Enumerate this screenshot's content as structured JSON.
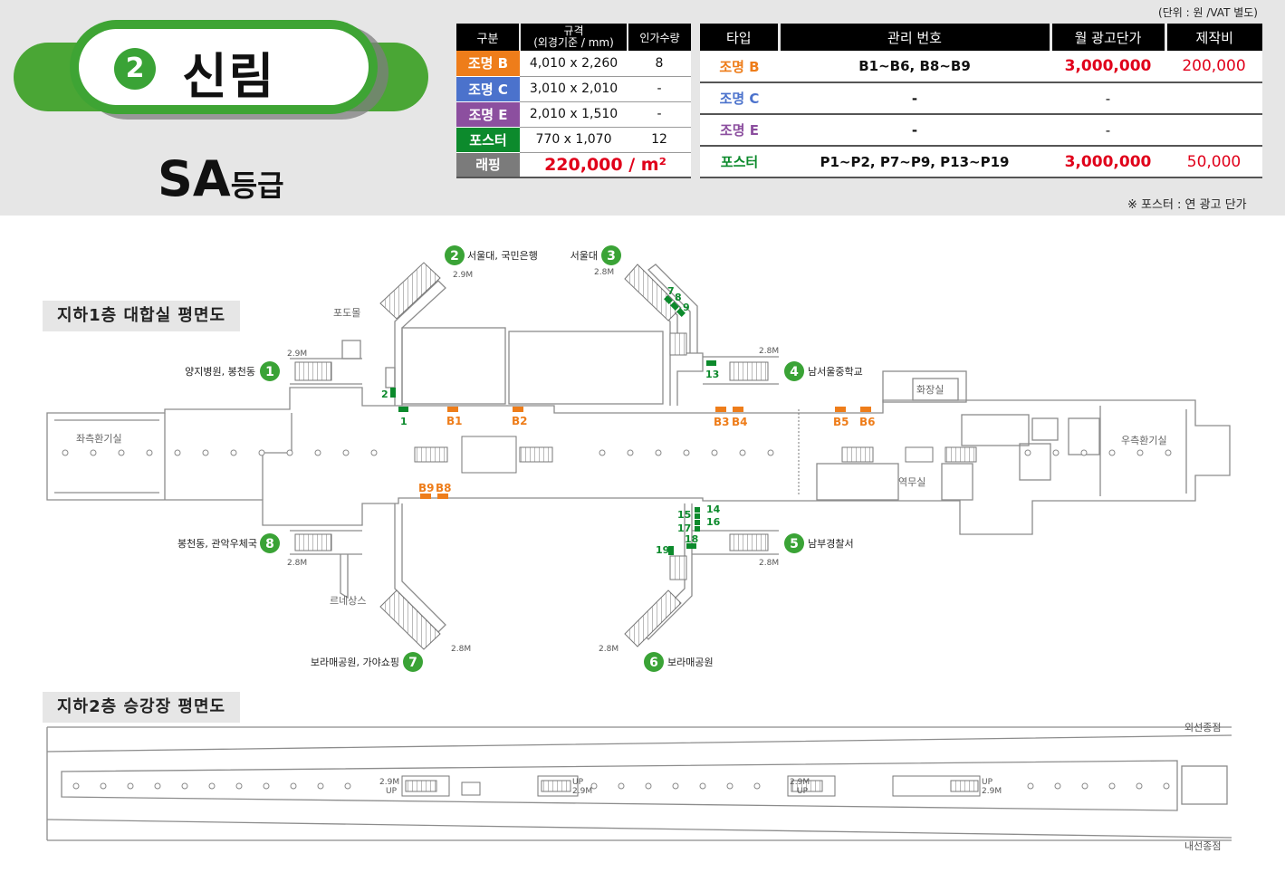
{
  "header": {
    "line_number": "2",
    "station_name": "신림",
    "grade_letters": "SA",
    "grade_suffix": "등급",
    "unit_note": "(단위 : 원 /VAT 별도)",
    "poster_note": "※ 포스터 : 연 광고 단가"
  },
  "spec_table": {
    "headers": [
      "구분",
      "규격",
      "(외경기준 / mm)",
      "인가수량"
    ],
    "rows": [
      {
        "type": "조명 B",
        "size": "4,010 x 2,260",
        "qty": "8",
        "color": "#ee7d1a"
      },
      {
        "type": "조명 C",
        "size": "3,010 x 2,010",
        "qty": "-",
        "color": "#4b72cc"
      },
      {
        "type": "조명 E",
        "size": "2,010 x 1,510",
        "qty": "-",
        "color": "#8c4f9f"
      },
      {
        "type": "포스터",
        "size": "770 x 1,070",
        "qty": "12",
        "color": "#0c8a2c"
      }
    ],
    "wrap": {
      "type": "래핑",
      "price": "220,000 / m²",
      "color": "#7b7b7b"
    }
  },
  "price_table": {
    "headers": [
      "타입",
      "관리 번호",
      "월 광고단가",
      "제작비"
    ],
    "rows": [
      {
        "type": "조명 B",
        "code": "B1~B6, B8~B9",
        "price": "3,000,000",
        "fee": "200,000",
        "color": "#ee7d1a"
      },
      {
        "type": "조명 C",
        "code": "-",
        "price": "-",
        "fee": "",
        "color": "#4b72cc"
      },
      {
        "type": "조명 E",
        "code": "-",
        "price": "-",
        "fee": "",
        "color": "#8c4f9f"
      },
      {
        "type": "포스터",
        "code": "P1~P2, P7~P9, P13~P19",
        "price": "3,000,000",
        "fee": "50,000",
        "color": "#0c8a2c"
      }
    ]
  },
  "plan1": {
    "title": "지하1층 대합실 평면도",
    "rooms": {
      "left_vent": "좌측환기실",
      "right_vent": "우측환기실",
      "toilet": "화장실",
      "office": "역무실",
      "shop1": "포도몰",
      "shop2": "르네상스"
    },
    "exits": [
      {
        "num": "1",
        "label": "양지병원, 봉천동",
        "width": "2.9M"
      },
      {
        "num": "2",
        "label": "서울대, 국민은행",
        "width": "2.9M"
      },
      {
        "num": "3",
        "label": "서울대",
        "width": "2.8M"
      },
      {
        "num": "4",
        "label": "남서울중학교",
        "width": "2.8M"
      },
      {
        "num": "5",
        "label": "남부경찰서",
        "width": "2.8M"
      },
      {
        "num": "6",
        "label": "보라매공원",
        "width": "2.8M"
      },
      {
        "num": "7",
        "label": "보라매공원, 가야쇼핑",
        "width": "2.8M"
      },
      {
        "num": "8",
        "label": "봉천동, 관악우체국",
        "width": "2.8M"
      }
    ],
    "orange_ads": [
      "B1",
      "B2",
      "B3",
      "B4",
      "B5",
      "B6",
      "B9",
      "B8"
    ],
    "green_ads": [
      "1",
      "2",
      "7",
      "8",
      "9",
      "13",
      "14",
      "15",
      "16",
      "17",
      "18",
      "19"
    ]
  },
  "plan2": {
    "title": "지하2층 승강장 평면도",
    "outer_end": "외선종점",
    "inner_end": "내선종점",
    "esc_labels": [
      "2.9M",
      "UP",
      "UP",
      "2.9M",
      "2.9M",
      "UP",
      "UP",
      "2.9M"
    ]
  }
}
